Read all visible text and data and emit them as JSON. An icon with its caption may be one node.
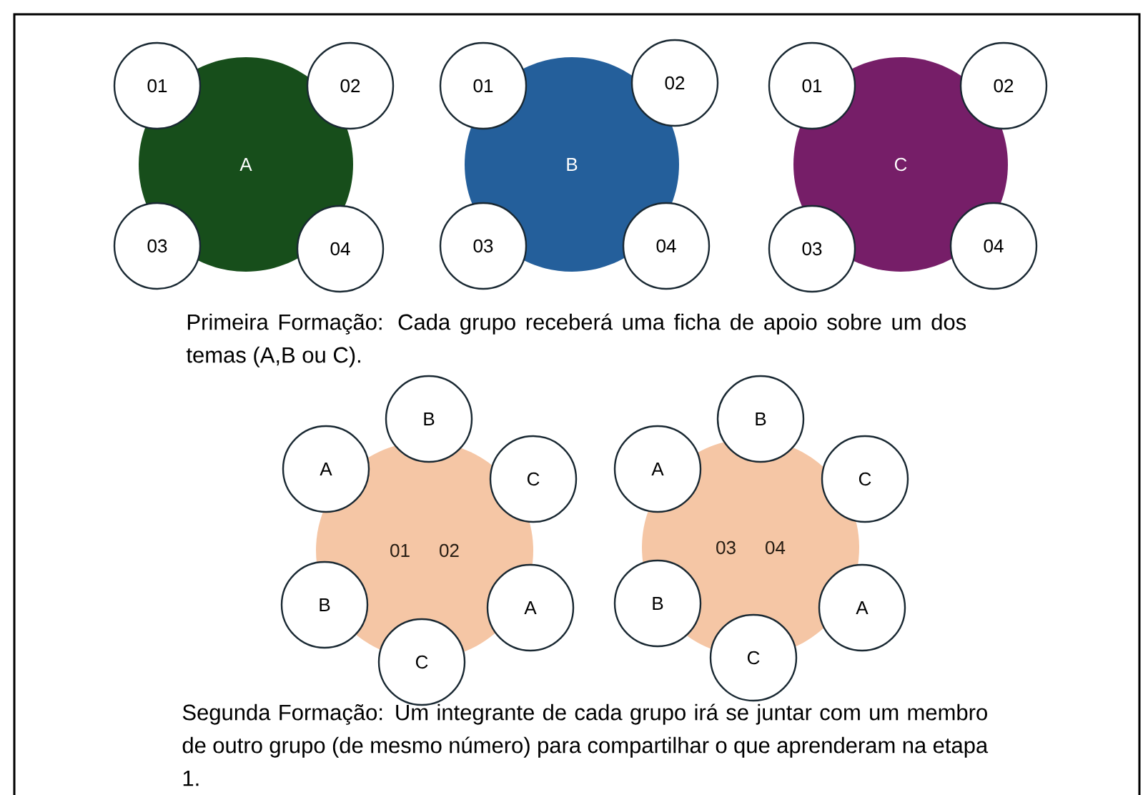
{
  "diagram": {
    "nodes": [
      {
        "text": [
          "A"
        ]
      },
      {
        "text": [
          "01"
        ]
      },
      {
        "text": [
          "02"
        ]
      },
      {
        "text": [
          "03"
        ]
      },
      {
        "text": [
          "04"
        ]
      },
      {
        "text": [
          "B"
        ]
      },
      {
        "text": [
          "01"
        ]
      },
      {
        "text": [
          "02"
        ]
      },
      {
        "text": [
          "03"
        ]
      },
      {
        "text": [
          "04"
        ]
      },
      {
        "text": [
          "C"
        ]
      },
      {
        "text": [
          "01"
        ]
      },
      {
        "text": [
          "02"
        ]
      },
      {
        "text": [
          "03"
        ]
      },
      {
        "text": [
          "04"
        ]
      },
      {
        "text": [
          "01",
          "02"
        ]
      },
      {
        "text": [
          "B"
        ]
      },
      {
        "text": [
          "A"
        ]
      },
      {
        "text": [
          "C"
        ]
      },
      {
        "text": [
          "B"
        ]
      },
      {
        "text": [
          "A"
        ]
      },
      {
        "text": [
          "C"
        ]
      },
      {
        "text": [
          "03",
          "04"
        ]
      },
      {
        "text": [
          "B"
        ]
      },
      {
        "text": [
          "A"
        ]
      },
      {
        "text": [
          "C"
        ]
      },
      {
        "text": [
          "B"
        ]
      },
      {
        "text": [
          "A"
        ]
      },
      {
        "text": [
          "C"
        ]
      }
    ],
    "labels": [
      "Primeira Formação: Cada grupo receberá uma ficha de apoio sobre um dos temas (A,B ou C).",
      "Segunda Formação: Um integrante de cada grupo irá se juntar com um membro de outro grupo (de mesmo número) para compartilhar o que aprenderam na etapa 1."
    ]
  }
}
